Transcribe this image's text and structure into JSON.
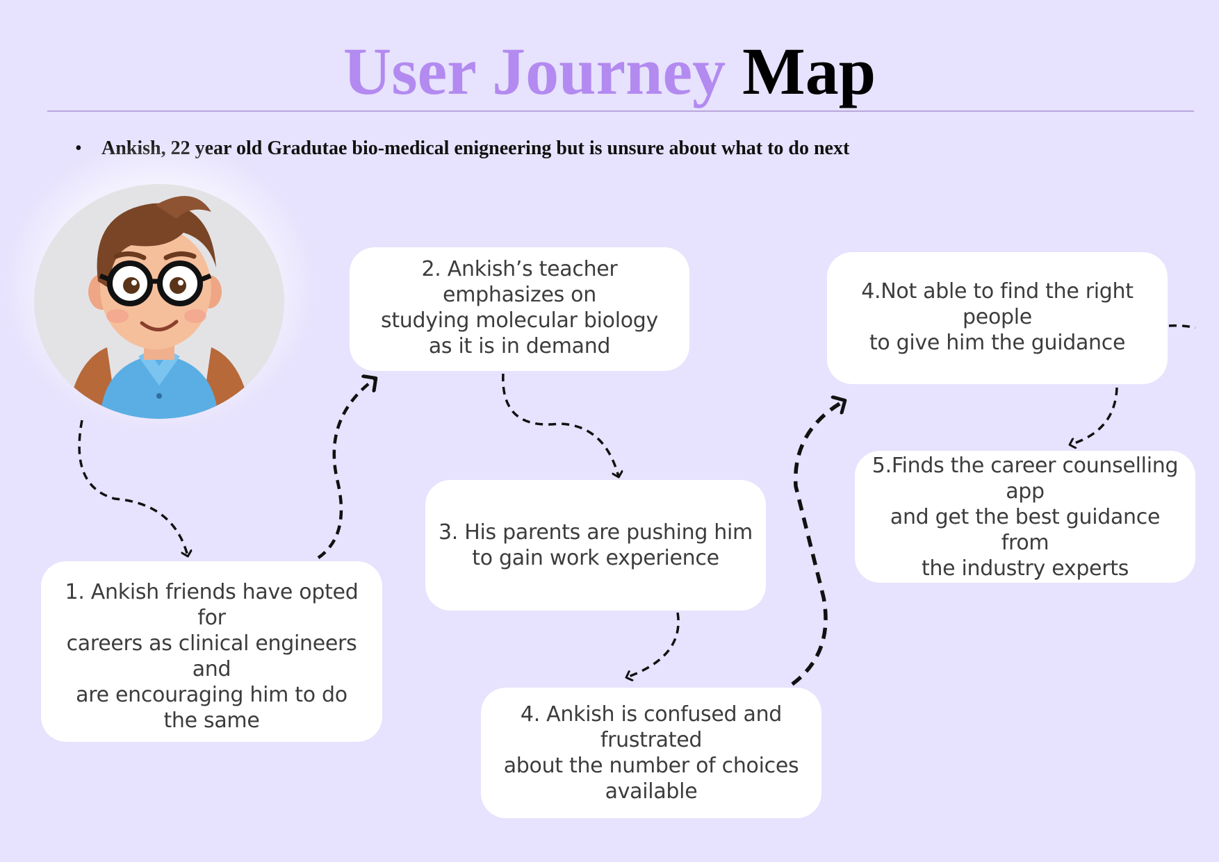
{
  "title": {
    "part1": "User Journey",
    "part2": "Map",
    "part1_color": "#b38af0",
    "part2_color": "#000000"
  },
  "persona": {
    "bullet": "•",
    "text": "Ankish, 22 year old Gradutae bio-medical enigneering but is unsure about what to do next"
  },
  "steps": [
    {
      "text": "1.  Ankish friends have opted for\ncareers as clinical engineers and\nare encouraging him to do\nthe same"
    },
    {
      "text": "2. Ankish’s teacher emphasizes on\nstudying molecular biology\nas it is in demand"
    },
    {
      "text": "3. His parents are pushing him\nto gain work experience"
    },
    {
      "text": "4. Ankish is confused and frustrated\nabout the number of choices\navailable"
    },
    {
      "text": "4.Not able to find the right people\nto give him the guidance"
    },
    {
      "text": "5.Finds the career counselling app\nand get the best guidance from\nthe industry experts"
    }
  ],
  "colors": {
    "background": "#e7e2fd",
    "card": "#ffffff",
    "accent": "#b38af0",
    "arrow": "#111111"
  }
}
